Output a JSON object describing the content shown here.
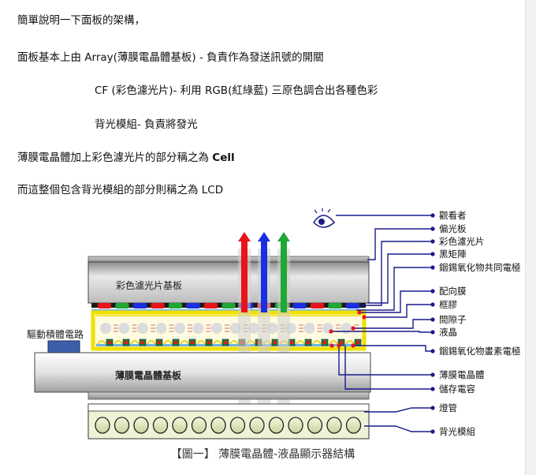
{
  "paragraphs": {
    "p1": "簡單說明一下面板的架構，",
    "p2": "面板基本上由 Array(薄膜電晶體基板) - 負責作為發送訊號的開關",
    "p3": "CF (彩色濾光片)- 利用 RGB(紅綠藍) 三原色調合出各種色彩",
    "p4": "背光模組- 負責將發光",
    "p5_prefix": "薄膜電晶體加上彩色濾光片的部分稱之為 ",
    "p5_bold": "Cell",
    "p6": "而這整個包含背光模組的部分則稱之為 LCD"
  },
  "diagram": {
    "cf_substrate_label": "彩色濾光片基板",
    "tft_substrate_label": "薄膜電晶體基板",
    "driver_ic_label": "驅動積體電路",
    "callouts": [
      "觀看者",
      "偏光板",
      "彩色濾光片",
      "黑矩陣",
      "銦錫氧化物共同電極",
      "配向膜",
      "框膠",
      "間隙子",
      "液晶",
      "銦錫氧化物畫素電極",
      "薄膜電晶體",
      "儲存電容",
      "燈管",
      "背光模組"
    ],
    "caption": "【圖一】 薄膜電晶體-液晶顯示器結構",
    "colors": {
      "red": "#e8141a",
      "green": "#1fa834",
      "blue": "#1a2fe0",
      "callout": "#1a1a8c",
      "substrate": "#b9b9b9",
      "sealant": "#f3e600"
    }
  }
}
